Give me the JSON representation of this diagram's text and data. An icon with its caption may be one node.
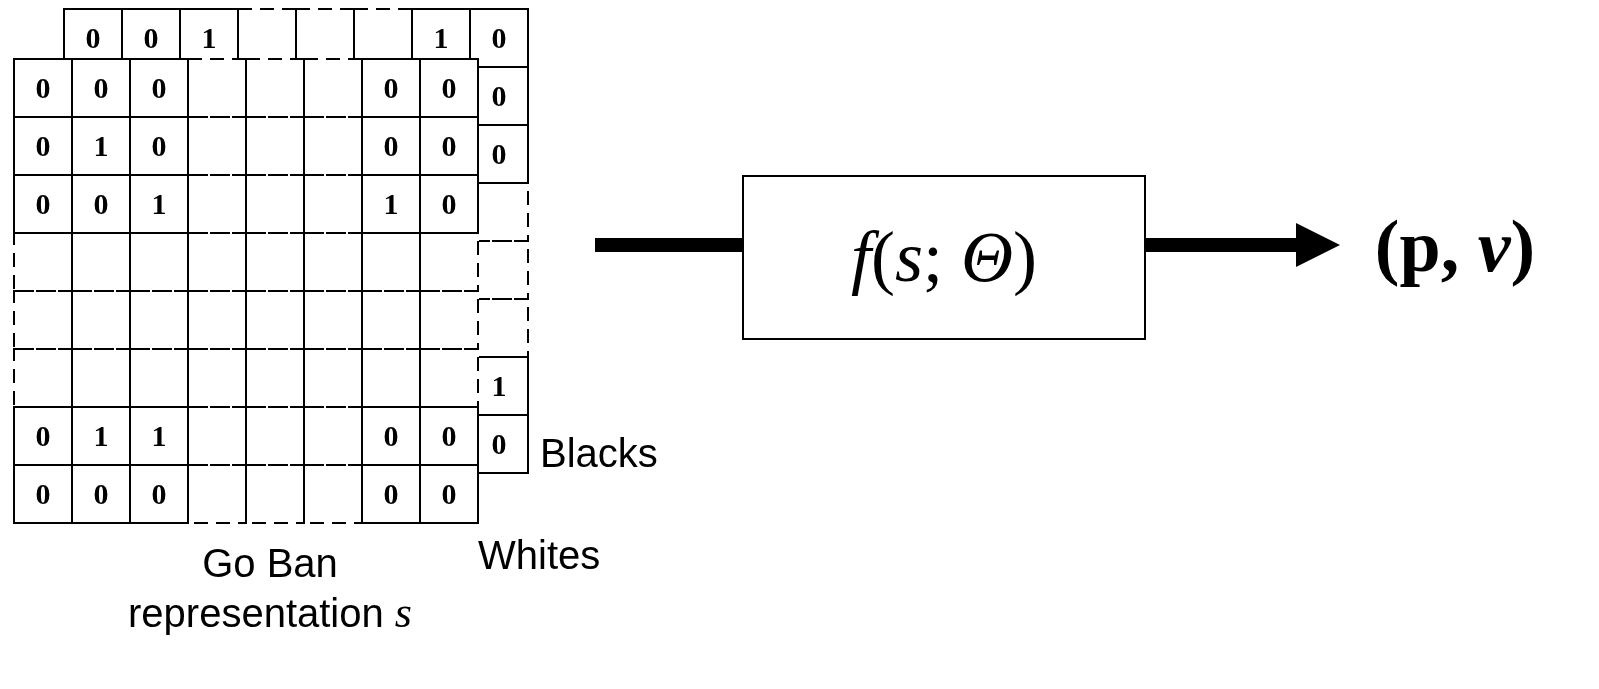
{
  "diagram": {
    "nodes": [
      {
        "text": [],
        "shape": "box",
        "beside": [
          "Blacks"
        ]
      },
      {
        "text": [],
        "shape": "box",
        "beside": [
          "Whites"
        ]
      },
      {
        "text": [
          "*f*(*s*; *Θ*)"
        ]
      },
      {
        "text": [
          "(**p**, *v*)"
        ]
      }
    ],
    "edges": [
      {
        "from": null,
        "to": 2,
        "arrow": "none"
      },
      {
        "from": 2,
        "to": 3,
        "arrow": "to"
      }
    ],
    "labels": [
      "0",
      "0",
      "1",
      "1",
      "0",
      "0",
      "0",
      "0",
      "0",
      "0",
      "0",
      "0",
      "1",
      "0",
      "0",
      "0",
      "0",
      "0",
      "0",
      "1",
      "1",
      "0",
      "1",
      "0",
      "1",
      "1",
      "0",
      "0",
      "0",
      "0",
      "0",
      "0",
      "0",
      "0",
      "Go Ban representation *s*"
    ]
  }
}
